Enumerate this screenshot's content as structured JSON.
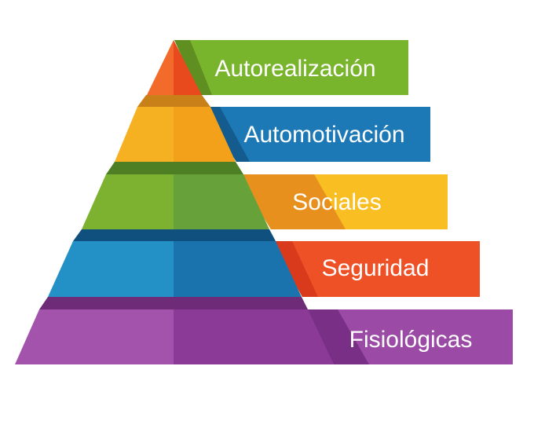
{
  "levels": [
    {
      "label": "Autorealización",
      "color": "#79b42d",
      "color_dark": "#5f8f21",
      "pyr_left": "#f26b2b",
      "pyr_right": "#e84a1e",
      "pyr_top": "#c8451a"
    },
    {
      "label": "Automotivación",
      "color": "#1d79b5",
      "color_dark": "#145c8e",
      "pyr_left": "#f6b123",
      "pyr_right": "#f3a11a",
      "pyr_top": "#c98018"
    },
    {
      "label": "Sociales",
      "color": "#f8be22",
      "color_dark": "#e8901e",
      "pyr_left": "#7cb22f",
      "pyr_right": "#67a13a",
      "pyr_top": "#4e7f24"
    },
    {
      "label": "Seguridad",
      "color": "#ee5126",
      "color_dark": "#d93a1c",
      "pyr_left": "#2391c6",
      "pyr_right": "#1b73ad",
      "pyr_top": "#10507e"
    },
    {
      "label": "Fisiológicas",
      "color": "#9b4ba6",
      "color_dark": "#7a2f86",
      "pyr_left": "#a453ad",
      "pyr_right": "#8c3a97",
      "pyr_top": "#6d2b78"
    }
  ]
}
